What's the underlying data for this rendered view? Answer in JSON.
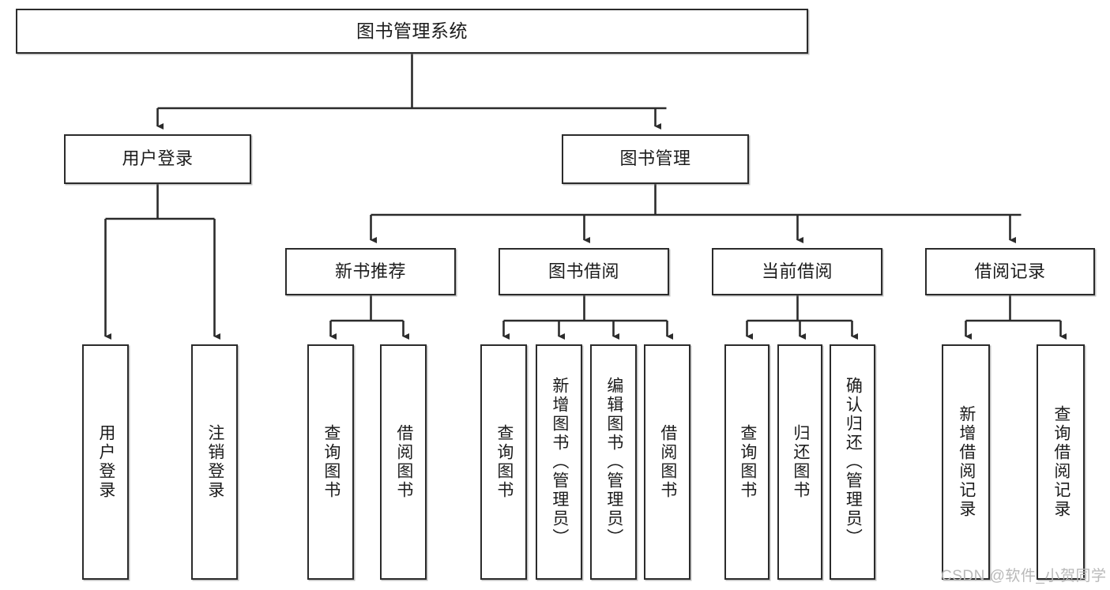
{
  "diagram": {
    "title": "图书管理系统",
    "watermark": "CSDN @软件_小贺同学",
    "colors": {
      "stroke": "#2b2b2b",
      "fill": "#ffffff",
      "text": "#1c1c1c",
      "watermark": "#b9b9b9"
    },
    "nodes": {
      "root": {
        "label": "图书管理系统"
      },
      "level1": [
        {
          "id": "user-login",
          "label": "用户登录"
        },
        {
          "id": "book-management",
          "label": "图书管理"
        }
      ],
      "level2": [
        {
          "id": "new-book-recommend",
          "label": "新书推荐"
        },
        {
          "id": "book-borrow",
          "label": "图书借阅"
        },
        {
          "id": "current-borrow",
          "label": "当前借阅"
        },
        {
          "id": "borrow-record",
          "label": "借阅记录"
        }
      ],
      "leaves": {
        "user_login": [
          {
            "id": "leaf-user-login",
            "label": "用户登录"
          },
          {
            "id": "leaf-logout-login",
            "label": "注销登录"
          }
        ],
        "new_book_recommend": [
          {
            "id": "leaf-query-book-1",
            "label": "查询图书"
          },
          {
            "id": "leaf-borrow-book-1",
            "label": "借阅图书"
          }
        ],
        "book_borrow": [
          {
            "id": "leaf-query-book-2",
            "label": "查询图书"
          },
          {
            "id": "leaf-add-book",
            "label": "新增图书（管理员）"
          },
          {
            "id": "leaf-edit-book",
            "label": "编辑图书（管理员）"
          },
          {
            "id": "leaf-borrow-book-2",
            "label": "借阅图书"
          }
        ],
        "current_borrow": [
          {
            "id": "leaf-query-book-3",
            "label": "查询图书"
          },
          {
            "id": "leaf-return-book",
            "label": "归还图书"
          },
          {
            "id": "leaf-confirm-return",
            "label": "确认归还（管理员）"
          }
        ],
        "borrow_record": [
          {
            "id": "leaf-add-record",
            "label": "新增借阅记录"
          },
          {
            "id": "leaf-query-record",
            "label": "查询借阅记录"
          }
        ]
      }
    }
  }
}
